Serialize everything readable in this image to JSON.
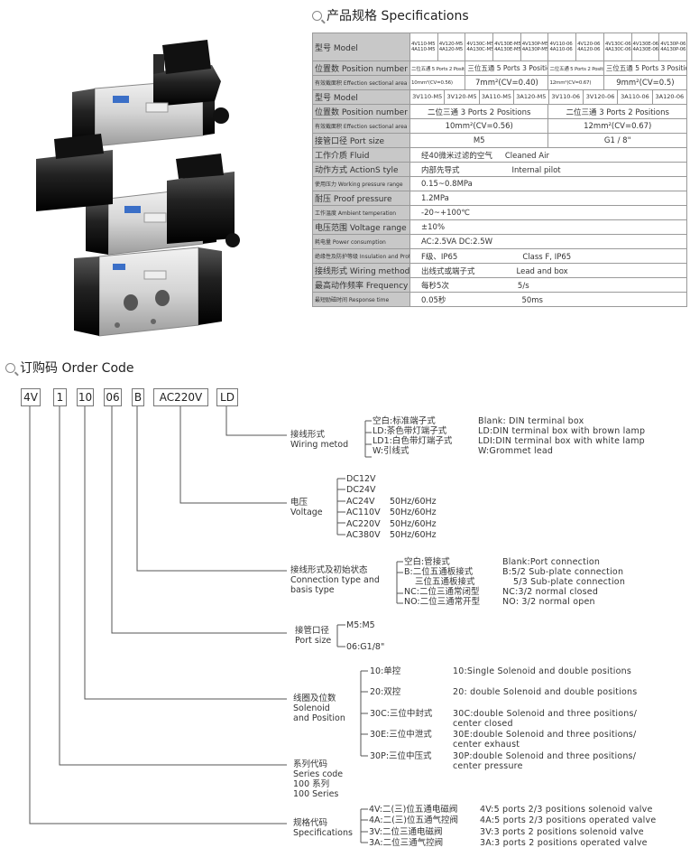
{
  "specs": {
    "header": "产品规格 Specifications",
    "rows": [
      {
        "label": "型号 Model",
        "cells": [
          "4V110-M5\n4A110-M5",
          "4V120-M5\n4A120-M5",
          "4V130C-M5\n4A130C-M5",
          "4V130E-M5\n4A130E-M5",
          "4V130P-M5\n4A130P-M5",
          "4V110-06\n4A110-06",
          "4V120-06\n4A120-06",
          "4V130C-06\n4A130C-06",
          "4V130E-06\n4A130E-06",
          "4V130P-06\n4A130P-06"
        ]
      },
      {
        "label": "位置数 Position number",
        "cells": [
          "二位五通 5 Ports 2 Positions",
          "三位五通 5 Ports 3 Positions",
          "二位五通 5 Ports 2 Positions",
          "三位五通 5 Ports 3 Positions"
        ]
      },
      {
        "label": "有效截面积 Effection sectional area (mm²)",
        "cells": [
          "10mm²(CV=0.56)",
          "7mm²(CV=0.40)",
          "12mm²(CV=0.67)",
          "9mm²(CV=0.5)"
        ]
      },
      {
        "label": "型号 Model",
        "cells": [
          "3V110-M5",
          "3V120-M5",
          "3A110-M5",
          "3A120-M5",
          "3V110-06",
          "3V120-06",
          "3A110-06",
          "3A120-06"
        ]
      },
      {
        "label": "位置数 Position number",
        "cells": [
          "二位三通 3 Ports 2 Positions",
          "二位三通 3 Ports 2 Positions"
        ]
      },
      {
        "label": "有效截面积 Effection sectional area (mm²)",
        "cells": [
          "10mm²(CV=0.56)",
          "12mm²(CV=0.67)"
        ]
      },
      {
        "label": "接管口径 Port size",
        "cells": [
          "M5",
          "G1 / 8\""
        ]
      },
      {
        "label": "工作介质 Fluid",
        "cells": [
          "经40微米过滤的空气",
          "Cleaned Air"
        ]
      },
      {
        "label": "动作方式 ActionS tyle",
        "cells": [
          "内部先导式",
          "Internal pilot"
        ]
      },
      {
        "label": "使用压力 Working pressure range",
        "cells": [
          "0.15~0.8MPa"
        ]
      },
      {
        "label": "耐压 Proof pressure",
        "cells": [
          "1.2MPa"
        ]
      },
      {
        "label": "工作温度 Ambient temperation",
        "cells": [
          "-20~+100℃"
        ]
      },
      {
        "label": "电压范围 Voltage range",
        "cells": [
          "±10%"
        ]
      },
      {
        "label": "耗电量 Power consumption",
        "cells": [
          "AC:2.5VA  DC:2.5W"
        ]
      },
      {
        "label": "绝缘性及防护等级 Insulation and Protection",
        "cells": [
          "F级、IP65",
          "Class  F, IP65"
        ]
      },
      {
        "label": "接线形式 Wiring method",
        "cells": [
          "出线式或端子式",
          "Lead  and  box"
        ]
      },
      {
        "label": "最高动作频率 Frequency",
        "cells": [
          "每秒5次",
          "5/s"
        ]
      },
      {
        "label": "最短励磁时间 Response time",
        "cells": [
          "0.05秒",
          "50ms"
        ]
      }
    ]
  },
  "order": {
    "header": "订购码 Order Code",
    "codes": [
      "4V",
      "1",
      "10",
      "06",
      "B",
      "AC220V",
      "LD"
    ],
    "wiring": {
      "title_cn": "接线形式",
      "title_en": "Wiring metod",
      "cn": [
        "空白:标准端子式",
        "LD:茶色带灯端子式",
        "LD1:白色带灯端子式",
        "W:引线式"
      ],
      "en": [
        "Blank: DIN  terminal  box",
        "LD:DIN  terminal  box with  brown  lamp",
        "LDI:DIN  terminal  box with white  lamp",
        "W:Grommet  lead"
      ]
    },
    "voltage": {
      "title_cn": "电压",
      "title_en": "Voltage",
      "opts": [
        "DC12V",
        "DC24V",
        "AC24V",
        "AC110V",
        "AC220V",
        "AC380V"
      ],
      "freq": [
        "",
        "",
        "50Hz/60Hz",
        "50Hz/60Hz",
        "50Hz/60Hz",
        "50Hz/60Hz"
      ]
    },
    "connection": {
      "title_cn": "接线形式及初始状态",
      "title_en1": "Connection  type  and",
      "title_en2": "basis  type",
      "cn": [
        "空白:管接式",
        "B:二位五通板接式",
        "三位五通板接式",
        "NC:二位三通常闭型",
        "NO:二位三通常开型"
      ],
      "en": [
        "Blank:Port  connection",
        "B:5/2 Sub-plate  connection",
        "5/3 Sub-plate  connection",
        "NC:3/2 normal  closed",
        "NO: 3/2 normal  open"
      ]
    },
    "port": {
      "title_cn": "接管口径",
      "title_en": "Port  size",
      "opts": [
        "M5:M5",
        "06:G1/8\""
      ]
    },
    "coil": {
      "title_cn": "线圈及位数",
      "title_en1": "Solenoid",
      "title_en2": "and  Position",
      "opts": [
        "10:单控",
        "20:双控",
        "30C:三位中封式",
        "30E:三位中泄式",
        "30P:三位中压式"
      ],
      "en": [
        "10:Single  Solenoid  and double  positions",
        "20: double  Solenoid and double  positions",
        "30C:double  Solenoid  and  three  positions/",
        "center closed",
        "30E:double  Solenoid  and  three  positions/",
        "center exhaust",
        "30P:double  Solenoid  and  three  positions/",
        "center pressure"
      ]
    },
    "series": {
      "l1": "系列代码",
      "l2": "Series  code",
      "l3": "100 系列",
      "l4": "100 Series"
    },
    "spec": {
      "title_cn": "规格代码",
      "title_en": "Specifications",
      "cn": [
        "4V:二(三)位五通电磁阀",
        "4A:二(三)位五通气控阀",
        "3V:二位三通电磁阀",
        "3A:二位三通气控阀"
      ],
      "en": [
        "4V:5  ports  2/3  positions  solenoid  valve",
        "4A:5  ports  2/3  positions  operated  valve",
        "3V:3  ports  2  positions  solenoid  valve",
        "3A:3  ports  2  positions  operated  valve"
      ]
    }
  }
}
